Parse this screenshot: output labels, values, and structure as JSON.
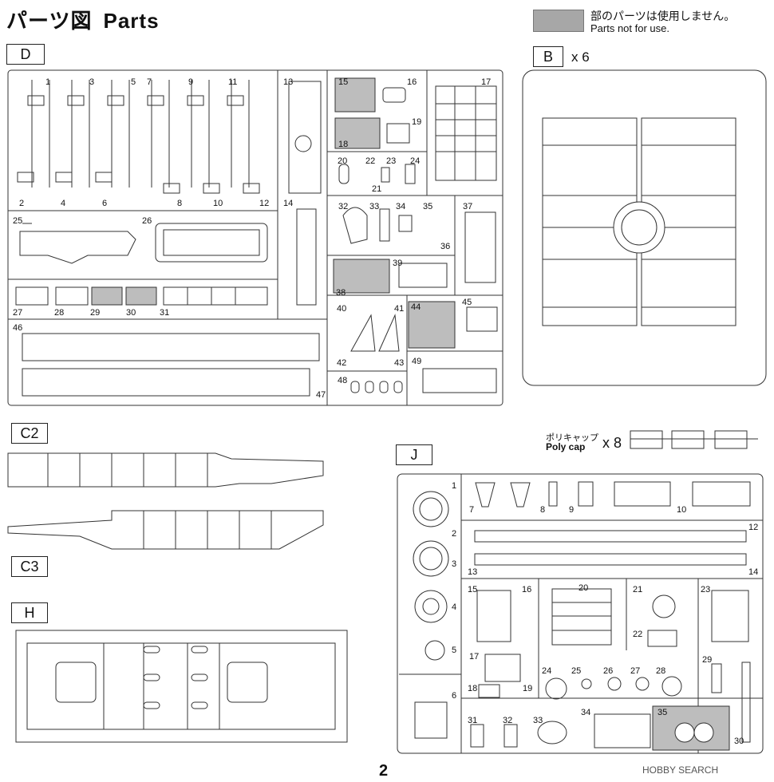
{
  "header": {
    "title_jp": "パーツ図",
    "title_en": "Parts"
  },
  "legend": {
    "jp": "部のパーツは使用しません。",
    "en": "Parts not for use."
  },
  "sprues": {
    "D": {
      "label": "D"
    },
    "B": {
      "label": "B",
      "multiplier": "x 6"
    },
    "C2": {
      "label": "C2"
    },
    "C3": {
      "label": "C3"
    },
    "H": {
      "label": "H"
    },
    "J": {
      "label": "J"
    }
  },
  "polycap": {
    "jp": "ポリキャップ",
    "en": "Poly cap",
    "multiplier": "x 8"
  },
  "page_number": "2",
  "watermark": "HOBBY SEARCH",
  "parts_D": [
    "1",
    "2",
    "3",
    "4",
    "5",
    "6",
    "7",
    "8",
    "9",
    "10",
    "11",
    "12",
    "13",
    "14",
    "15",
    "16",
    "17",
    "18",
    "19",
    "20",
    "21",
    "22",
    "23",
    "24",
    "25",
    "26",
    "27",
    "28",
    "29",
    "30",
    "31",
    "32",
    "33",
    "34",
    "35",
    "36",
    "37",
    "38",
    "39",
    "40",
    "41",
    "42",
    "43",
    "44",
    "45",
    "46",
    "47",
    "48",
    "49"
  ],
  "parts_J": [
    "1",
    "2",
    "3",
    "4",
    "5",
    "6",
    "7",
    "8",
    "9",
    "10",
    "12",
    "13",
    "14",
    "15",
    "16",
    "17",
    "18",
    "19",
    "20",
    "21",
    "22",
    "23",
    "24",
    "25",
    "26",
    "27",
    "28",
    "29",
    "30",
    "31",
    "32",
    "33",
    "34",
    "35"
  ]
}
